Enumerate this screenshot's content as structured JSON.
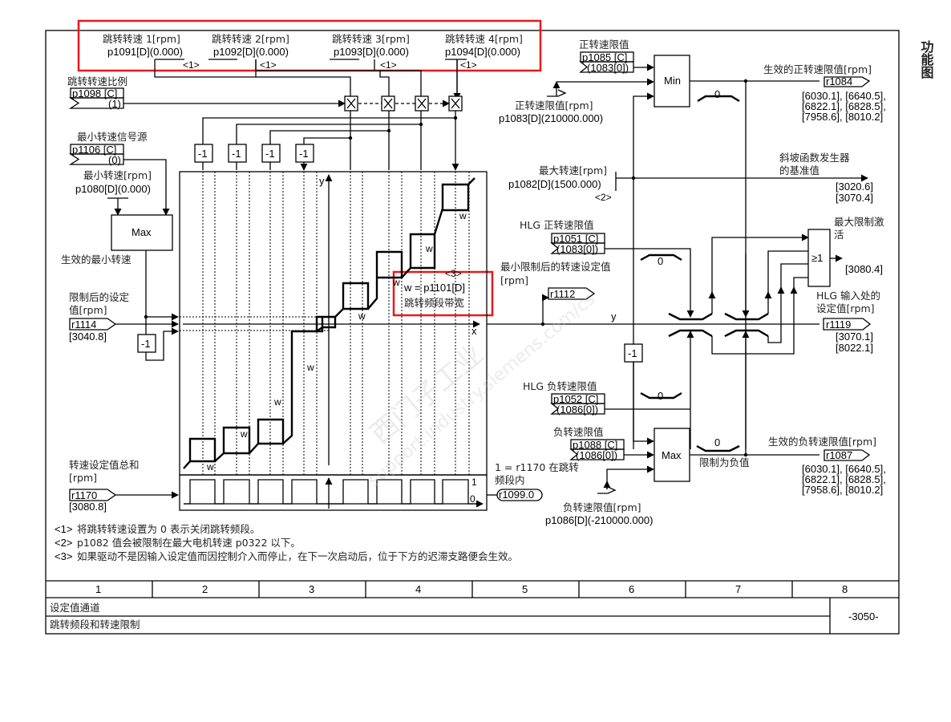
{
  "side_title": "功能图",
  "skip_speeds": [
    {
      "label": "跳转转速 1[rpm]",
      "param": "p1091[D](0.000)",
      "note": "<1>"
    },
    {
      "label": "跳转转速 2[rpm]",
      "param": "p1092[D](0.000)",
      "note": "<1>"
    },
    {
      "label": "跳转转速 3[rpm]",
      "param": "p1093[D](0.000)",
      "note": "<1>"
    },
    {
      "label": "跳转转速 4[rpm]",
      "param": "p1094[D](0.000)",
      "note": "<1>"
    }
  ],
  "scale": {
    "label": "跳转转速比例",
    "param": "p1098 [C]",
    "value": "(1)"
  },
  "min_src": {
    "label": "最小转速信号源",
    "param": "p1106 [C]",
    "value": "(0)"
  },
  "min_speed": {
    "label": "最小转速[rpm]",
    "param": "p1080[D](0.000)"
  },
  "max_block": "Max",
  "min_block": "Min",
  "max_block2": "Max",
  "or_block": "≥1",
  "neg_one": "-1",
  "effective_min": "生效的最小转速",
  "limited_sp": {
    "label1": "限制后的设定",
    "label2": "值[rpm]",
    "conn": "r1114",
    "ref": "[3040.8]"
  },
  "sum_sp": {
    "label1": "转速设定值总和",
    "label2": "[rpm]",
    "conn": "r1170",
    "ref": "[3080.8]"
  },
  "axis": {
    "x": "x",
    "y": "y",
    "w": "w",
    "one": "1",
    "zero": "0"
  },
  "bandwidth": {
    "note": "<3>",
    "line1": "w = p1101[D]",
    "line2": "跳转频段带宽"
  },
  "in_band": {
    "line1": "1 = r1170 在跳转",
    "line2": "频段内",
    "conn": "r1099.0"
  },
  "pos_limit": {
    "label": "正转速限值",
    "param": "p1085 [C]",
    "value": "(1083[0])"
  },
  "pos_limit_rpm": {
    "label": "正转速限值[rpm]",
    "param": "p1083[D](210000.000)"
  },
  "max_speed": {
    "label": "最大转速[rpm]",
    "param": "p1082[D](1500.000)",
    "note": "<2>"
  },
  "eff_pos": {
    "label": "生效的正转速限值[rpm]",
    "conn": "r1084",
    "refs": [
      "[6030.1], [6640.5],",
      "[6822.1], [6828.5],",
      "[7958.6], [8010.2]"
    ]
  },
  "ramp_ref": {
    "line1": "斜坡函数发生器",
    "line2": "的基准值",
    "refs": [
      "[3020.6]",
      "[3070.4]"
    ]
  },
  "hlg_pos": {
    "label": "HLG 正转速限值",
    "param": "p1051 [C]",
    "value": "(1083[0])"
  },
  "min_limited": {
    "label1": "最小限制后的转速设定值",
    "label2": "[rpm]",
    "conn": "r1112"
  },
  "max_active": {
    "line1": "最大限制激",
    "line2": "活",
    "ref": "[3080.4]"
  },
  "hlg_input": {
    "line1": "HLG 输入处的",
    "line2": "设定值[rpm]",
    "conn": "r1119",
    "refs": [
      "[3070.1]",
      "[8022.1]"
    ]
  },
  "hlg_neg": {
    "label": "HLG 负转速限值",
    "param": "p1052 [C]",
    "value": "(1086[0])"
  },
  "neg_limit": {
    "label": "负转速限值",
    "param": "p1088 [C]",
    "value": "(1086[0])"
  },
  "neg_limit_rpm": {
    "label": "负转速限值[rpm]",
    "param": "p1086[D](-210000.000)"
  },
  "limit_neg": "限制为负值",
  "eff_neg": {
    "label": "生效的负转速限值[rpm]",
    "conn": "r1087",
    "refs": [
      "[6030.1], [6640.5],",
      "[6822.1], [6828.5],",
      "[7958.6], [8010.2]"
    ]
  },
  "zero": "0",
  "footnotes": [
    {
      "tag": "<1>",
      "text": "将跳转转速设置为 0 表示关闭跳转频段。"
    },
    {
      "tag": "<2>",
      "text": "p1082 值会被限制在最大电机转速 p0322 以下。"
    },
    {
      "tag": "<3>",
      "text": "如果驱动不是因输入设定值而因控制介入而停止，在下一次启动后，位于下方的迟滞支路便会生效。"
    }
  ],
  "columns": [
    "1",
    "2",
    "3",
    "4",
    "5",
    "6",
    "7",
    "8"
  ],
  "footer": {
    "title1": "设定值通道",
    "title2": "跳转频段和转速限制",
    "page": "-3050-"
  },
  "watermark": {
    "line1": "西门子工业",
    "line2": "support.industry.siemens.com/cs"
  }
}
